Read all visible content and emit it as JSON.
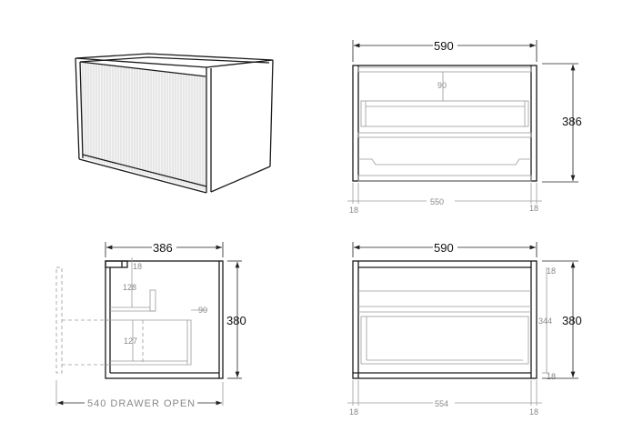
{
  "front_view": {
    "width": "590",
    "height": "386",
    "inner_gap": "90",
    "inner_width": "550",
    "left_panel": "18",
    "right_panel": "18"
  },
  "side_view": {
    "depth": "386",
    "height": "380",
    "top_rail": "18",
    "upper_gap": "128",
    "drawer_height": "127",
    "drawer_inset": "90",
    "drawer_open": "540 DRAWER OPEN"
  },
  "back_view": {
    "width": "590",
    "height": "380",
    "inner_height": "344",
    "top_panel": "18",
    "bottom_panel": "18",
    "inner_width": "554",
    "left_panel": "18",
    "right_panel": "18"
  }
}
